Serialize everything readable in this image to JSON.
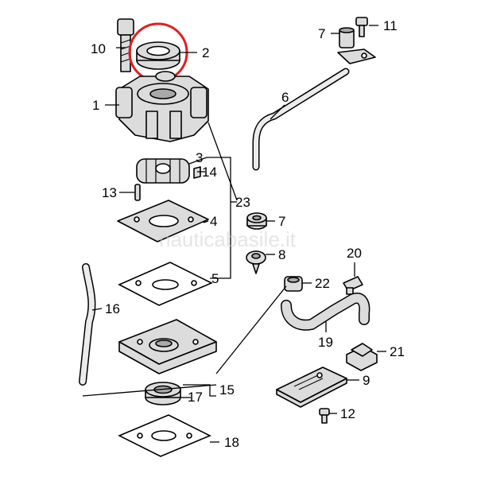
{
  "watermark": "nauticabasile.it",
  "highlight_color": "#e02020",
  "callouts": {
    "c1": "1",
    "c2": "2",
    "c3": "3",
    "c4": "4",
    "c5": "5",
    "c6": "6",
    "c7a": "7",
    "c7b": "7",
    "c8": "8",
    "c9": "9",
    "c10": "10",
    "c11": "11",
    "c12": "12",
    "c13": "13",
    "c14": "14",
    "c15": "15",
    "c16": "16",
    "c17": "17",
    "c18": "18",
    "c19": "19",
    "c20": "20",
    "c21": "21",
    "c22": "22",
    "c23": "23"
  }
}
